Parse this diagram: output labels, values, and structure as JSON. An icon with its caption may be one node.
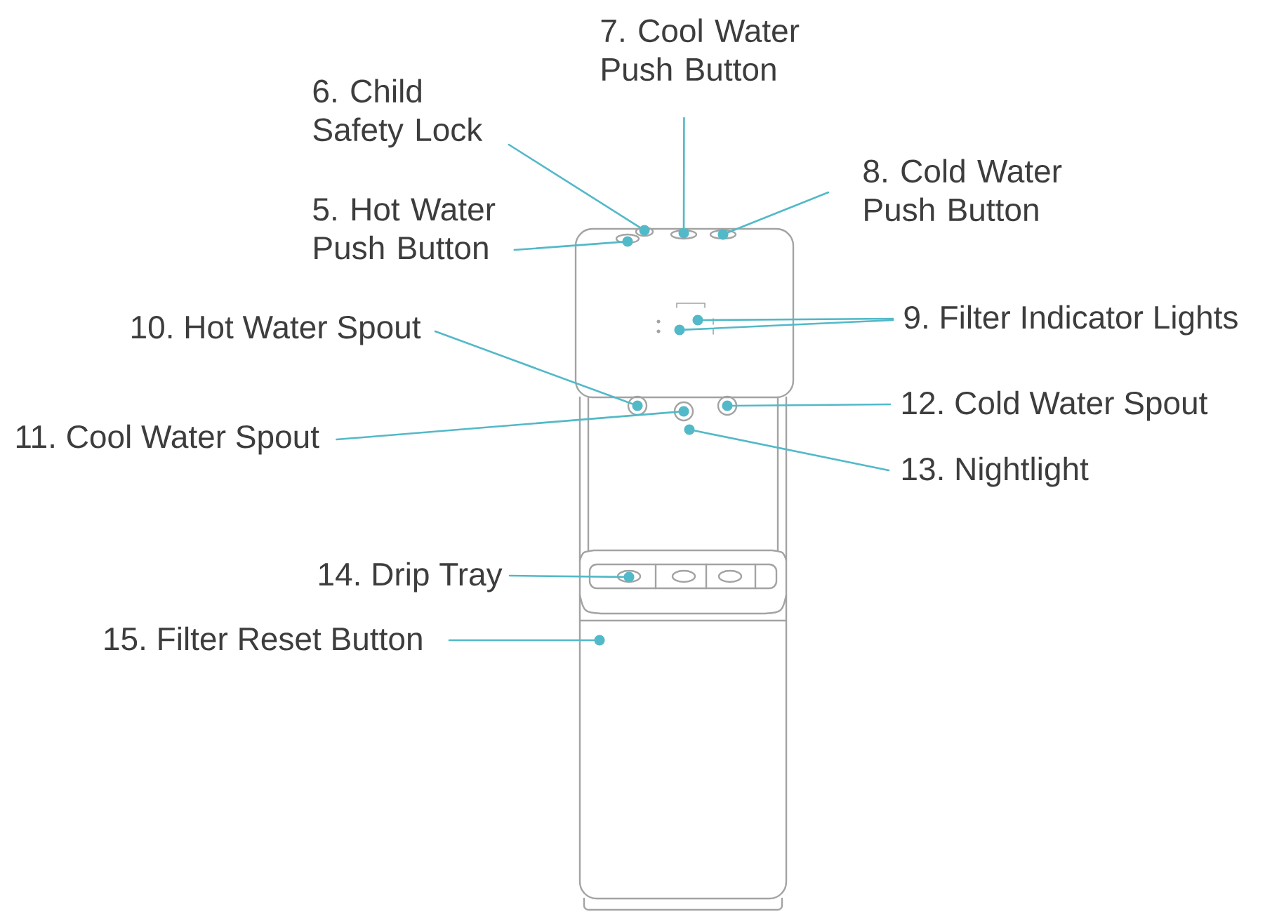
{
  "diagram": {
    "nodes": [
      {
        "text": [
          "7. Cool Water Push Button"
        ]
      },
      {
        "text": [
          "6. Child Safety Lock"
        ]
      },
      {
        "text": [
          "8. Cold Water Push Button"
        ]
      },
      {
        "text": [
          "5. Hot Water Push Button"
        ]
      },
      {
        "text": [
          "9. Filter Indicator Lights"
        ]
      },
      {
        "text": [
          "10. Hot Water Spout"
        ]
      },
      {
        "text": [
          "12. Cold Water Spout"
        ]
      },
      {
        "text": [
          "11. Cool Water Spout"
        ]
      },
      {
        "text": [
          "13. Nightlight"
        ]
      },
      {
        "text": [
          "14. Drip Tray"
        ]
      },
      {
        "text": [
          "15. Filter Reset Button"
        ]
      },
      {
        "text": [],
        "shape": "circle"
      },
      {
        "text": [],
        "shape": "circle"
      },
      {
        "text": [],
        "shape": "circle"
      },
      {
        "text": [],
        "shape": "circle"
      },
      {
        "text": [],
        "shape": "circle"
      },
      {
        "text": [],
        "shape": "circle"
      },
      {
        "text": [],
        "shape": "circle"
      },
      {
        "text": [],
        "shape": "circle"
      },
      {
        "text": [],
        "shape": "circle"
      },
      {
        "text": [],
        "shape": "circle"
      },
      {
        "text": [],
        "shape": "circle"
      },
      {
        "text": [],
        "shape": "circle"
      }
    ],
    "edges": [
      {
        "from": 0,
        "to": 12,
        "arrow": "none"
      },
      {
        "from": 1,
        "to": 11,
        "arrow": "none"
      },
      {
        "from": 2,
        "to": 13,
        "arrow": "none"
      },
      {
        "from": 3,
        "to": 14,
        "arrow": "none"
      },
      {
        "from": 4,
        "to": 15,
        "arrow": "none"
      },
      {
        "from": 4,
        "to": 16,
        "arrow": "none"
      },
      {
        "from": 5,
        "to": 17,
        "arrow": "none"
      },
      {
        "from": 6,
        "to": 18,
        "arrow": "none"
      },
      {
        "from": 7,
        "to": 19,
        "arrow": "none"
      },
      {
        "from": 8,
        "to": 20,
        "arrow": "none"
      },
      {
        "from": 9,
        "to": 21,
        "arrow": "none"
      },
      {
        "from": 10,
        "to": 22,
        "arrow": "none"
      }
    ]
  }
}
